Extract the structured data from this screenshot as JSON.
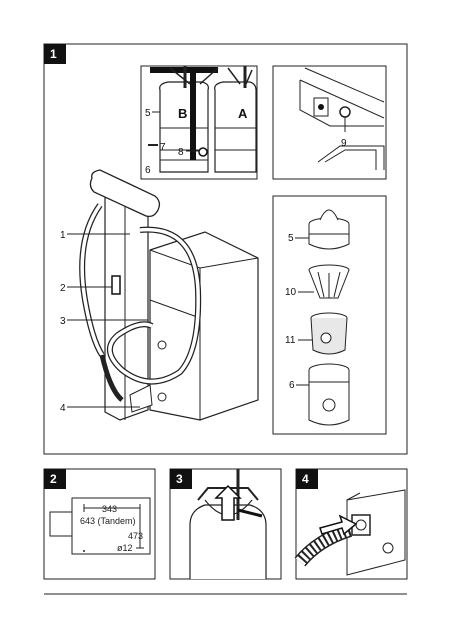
{
  "figure1": {
    "badge": "1",
    "callouts": {
      "c1": "1",
      "c2": "2",
      "c3": "3",
      "c4": "4",
      "c5a": "5",
      "c6a": "6",
      "c7": "7",
      "c8": "8",
      "c9": "9",
      "c5b": "5",
      "c10": "10",
      "c11": "11",
      "c6b": "6"
    },
    "tank_letters": {
      "left": "B",
      "right": "A"
    }
  },
  "figure2": {
    "badge": "2",
    "dimensions": {
      "width": "343",
      "width_tandem": "643 (Tandem)",
      "height": "473",
      "hole": "ø12"
    }
  },
  "figure3": {
    "badge": "3"
  },
  "figure4": {
    "badge": "4"
  }
}
